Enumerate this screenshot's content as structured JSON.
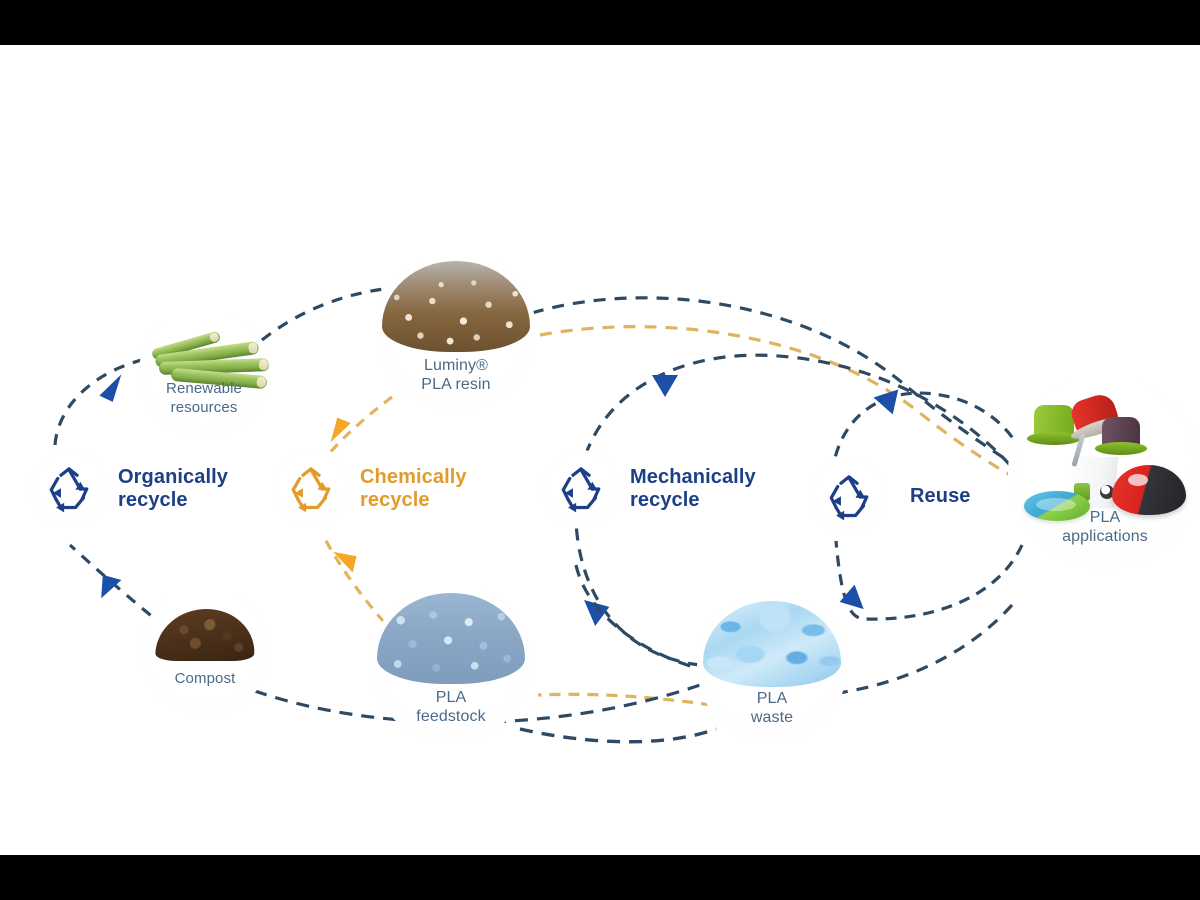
{
  "diagram": {
    "title": "PLA circular economy lifecycle",
    "background": "#ffffff",
    "letterbox_color": "#000000",
    "colors": {
      "blue_dark": "#1d3f87",
      "blue_arrow": "#1b4fa8",
      "blue_dash": "#2e4a63",
      "orange": "#e39b2b",
      "orange_dash": "#e0b45f",
      "caption_text": "#4a6a86"
    }
  },
  "stages": [
    {
      "id": "organically-recycle",
      "label": "Organically\nrecycle",
      "color": "#1d3f87",
      "icon": "recycle-icon"
    },
    {
      "id": "chemically-recycle",
      "label": "Chemically\nrecycle",
      "color": "#e39b2b",
      "icon": "recycle-icon"
    },
    {
      "id": "mechanically-recycle",
      "label": "Mechanically\nrecycle",
      "color": "#1d3f87",
      "icon": "recycle-icon"
    },
    {
      "id": "reuse",
      "label": "Reuse",
      "color": "#1d3f87",
      "icon": "recycle-icon"
    }
  ],
  "nodes": [
    {
      "id": "renewable-resources",
      "caption": "Renewable\nresources",
      "image": "sugarcane-stalks"
    },
    {
      "id": "luminy-pla-resin",
      "caption": "Luminy®\nPLA resin",
      "image": "white-resin-pellets"
    },
    {
      "id": "compost",
      "caption": "Compost",
      "image": "compost-heap"
    },
    {
      "id": "pla-feedstock",
      "caption": "PLA\nfeedstock",
      "image": "blue-pla-granulate"
    },
    {
      "id": "pla-waste",
      "caption": "PLA\nwaste",
      "image": "crushed-pla-bottles"
    },
    {
      "id": "pla-applications",
      "caption": "PLA\napplications",
      "image": "coffee-capsules-yogurt-cup-mouse-tray"
    }
  ],
  "flows": [
    {
      "from": "organically-recycle",
      "to": "renewable-resources",
      "color": "blue",
      "style": "dashed"
    },
    {
      "from": "renewable-resources",
      "to": "luminy-pla-resin",
      "color": "blue",
      "style": "dashed"
    },
    {
      "from": "luminy-pla-resin",
      "to": "pla-applications",
      "color": "blue",
      "style": "dashed"
    },
    {
      "from": "luminy-pla-resin",
      "to": "chemically-recycle",
      "color": "orange",
      "style": "dashed"
    },
    {
      "from": "pla-feedstock",
      "to": "chemically-recycle",
      "color": "orange",
      "style": "dashed"
    },
    {
      "from": "pla-waste",
      "to": "pla-feedstock",
      "color": "orange",
      "style": "dashed"
    },
    {
      "from": "pla-waste",
      "to": "mechanically-recycle",
      "color": "blue",
      "style": "dashed"
    },
    {
      "from": "mechanically-recycle",
      "to": "pla-applications",
      "color": "blue",
      "style": "dashed"
    },
    {
      "from": "pla-applications",
      "to": "pla-waste",
      "color": "blue",
      "style": "dashed"
    },
    {
      "from": "compost",
      "to": "organically-recycle",
      "color": "blue",
      "style": "dashed"
    },
    {
      "from": "pla-waste",
      "to": "compost",
      "color": "blue",
      "style": "dashed"
    },
    {
      "from": "pla-feedstock",
      "to": "pla-waste",
      "color": "blue",
      "style": "dashed"
    }
  ]
}
